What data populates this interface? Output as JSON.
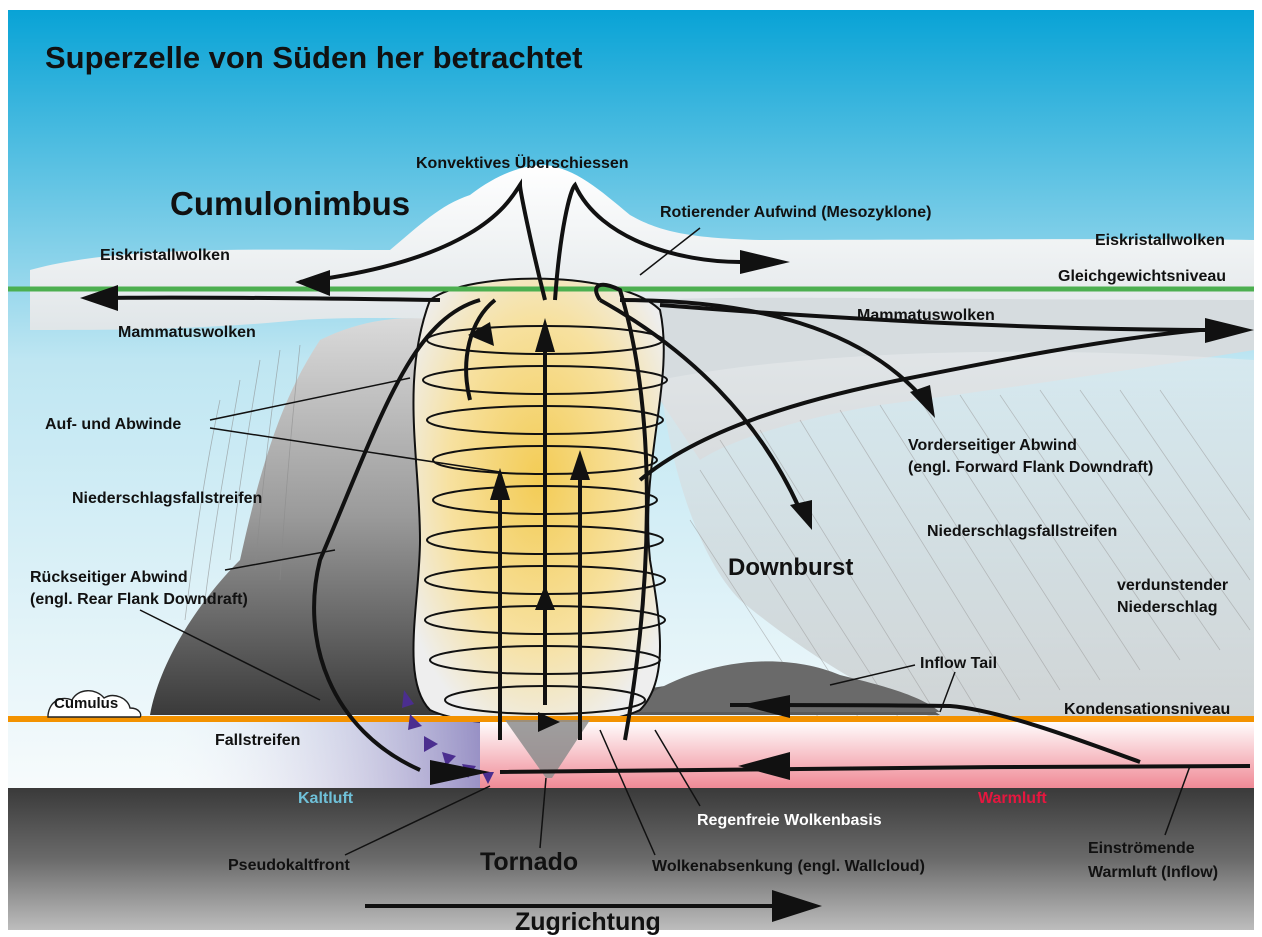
{
  "title": "Superzelle von Süden her betrachtet",
  "labels": {
    "cumulonimbus": "Cumulonimbus",
    "overshoot": "Konvektives Überschiessen",
    "mesocyclone": "Rotierender Aufwind (Mesozyklone)",
    "ice_left": "Eiskristallwolken",
    "ice_right": "Eiskristallwolken",
    "equilibrium": "Gleichgewichtsniveau",
    "mammatus_left": "Mammatuswolken",
    "mammatus_right": "Mammatuswolken",
    "updrafts": "Auf- und Abwinde",
    "ffd_line1": "Vorderseitiger Abwind",
    "ffd_line2": "(engl. Forward Flank Downdraft)",
    "precip_left": "Niederschlagsfallstreifen",
    "precip_right": "Niederschlagsfallstreifen",
    "downburst": "Downburst",
    "evap_line1": "verdunstender",
    "evap_line2": "Niederschlag",
    "rfd_line1": "Rückseitiger Abwind",
    "rfd_line2": "(engl. Rear Flank Downdraft)",
    "inflow_tail": "Inflow Tail",
    "cumulus": "Cumulus",
    "condensation": "Kondensationsniveau",
    "fallstreifen": "Fallstreifen",
    "kaltluft": "Kaltluft",
    "warmluft": "Warmluft",
    "rainfree_base": "Regenfreie Wolkenbasis",
    "pseudo_cold_front": "Pseudokaltfront",
    "tornado": "Tornado",
    "wallcloud": "Wolkenabsenkung (engl. Wallcloud)",
    "inflow_line1": "Einströmende",
    "inflow_line2": "Warmluft (Inflow)",
    "direction": "Zugrichtung"
  },
  "colors": {
    "sky_top": "#0aa6d8",
    "sky_mid": "#d8f0f7",
    "equilibrium_line": "#4caf50",
    "condensation_line": "#f39200",
    "cold_air": "#6fc0d8",
    "warm_air": "#e5173f",
    "warm_band": "#f08a96",
    "cold_band": "#6a5aa8",
    "ground_dark": "#4a4a4a",
    "updraft_core": "#f1c34a"
  }
}
